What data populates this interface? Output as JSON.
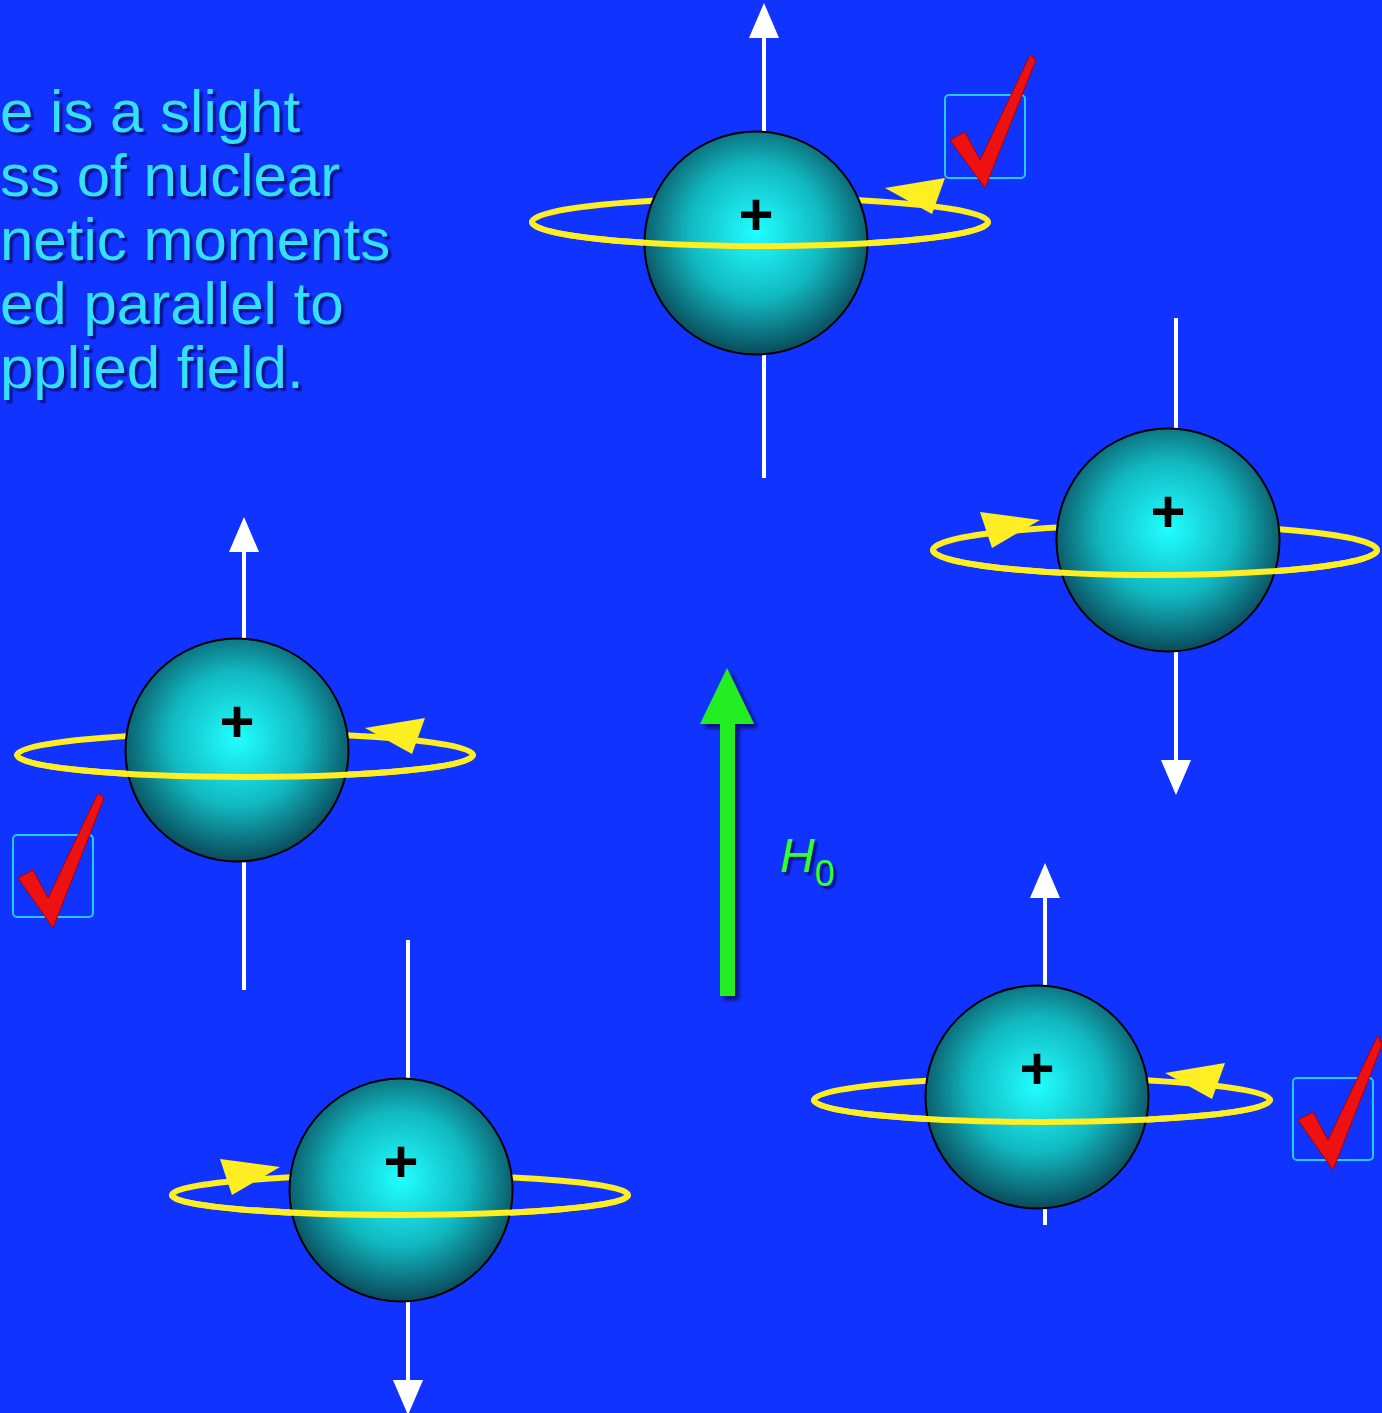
{
  "diagram": {
    "nodes": [
      {
        "text": [
          "+"
        ]
      },
      {
        "text": [
          "+"
        ]
      },
      {
        "text": [
          "+"
        ]
      },
      {
        "text": [
          "+"
        ]
      },
      {
        "text": [
          "+"
        ]
      }
    ],
    "labels": [
      "e is a slight ss of nuclear netic moments ed parallel to pplied field.",
      "H",
      "0"
    ]
  }
}
